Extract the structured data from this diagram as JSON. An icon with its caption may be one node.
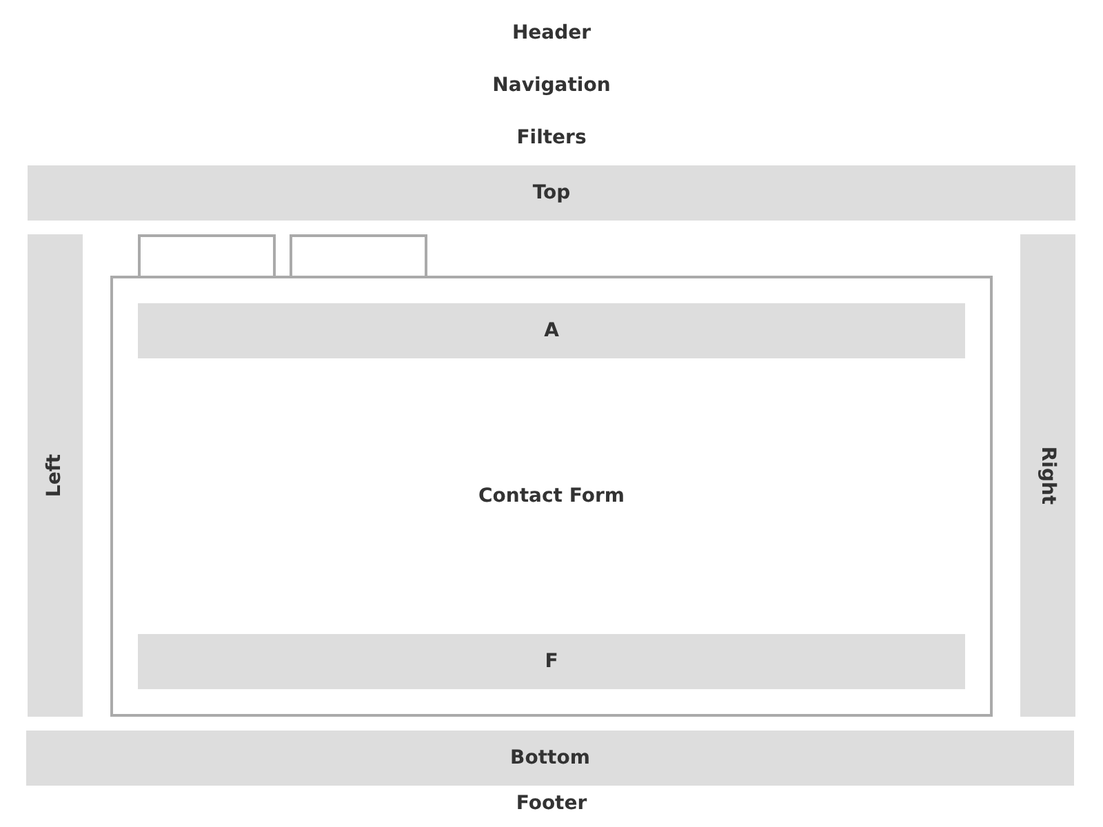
{
  "diagram": {
    "nodes": [
      {
        "text": [
          "Top"
        ]
      },
      {
        "text": [
          "Left"
        ]
      },
      {
        "text": [],
        "shape": "box"
      },
      {
        "text": [],
        "shape": "box"
      },
      {
        "text": [
          "Contact Form"
        ]
      },
      {
        "text": [
          "A"
        ],
        "in": 4
      },
      {
        "text": [
          "F"
        ],
        "in": 4
      },
      {
        "text": [
          "Right"
        ]
      },
      {
        "text": [
          "Bottom"
        ]
      }
    ],
    "labels": [
      "Header",
      "Navigation",
      "Filters",
      "Footer"
    ]
  }
}
